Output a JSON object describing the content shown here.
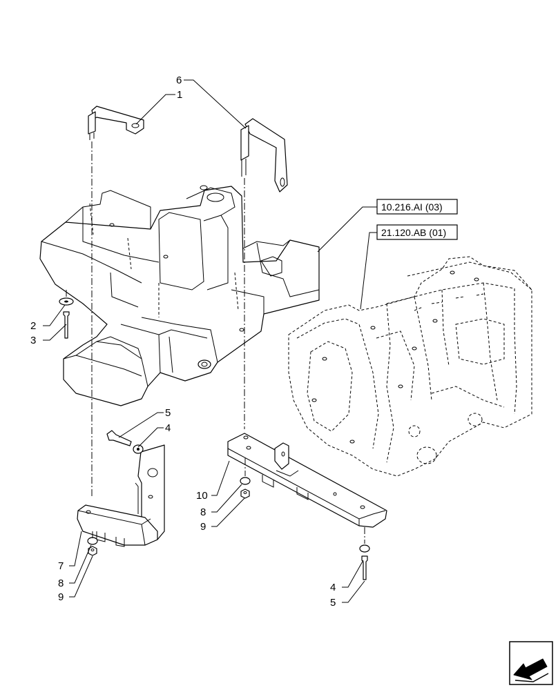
{
  "callouts": {
    "c1": "1",
    "c2": "2",
    "c3": "3",
    "c4a": "4",
    "c4b": "4",
    "c5a": "5",
    "c5b": "5",
    "c6": "6",
    "c7": "7",
    "c8a": "8",
    "c8b": "8",
    "c9a": "9",
    "c9b": "9",
    "c10": "10"
  },
  "references": {
    "ref1": "10.216.AI (03)",
    "ref2": "21.120.AB (01)"
  },
  "icons": {
    "nav": "arrow-navigation-icon"
  }
}
